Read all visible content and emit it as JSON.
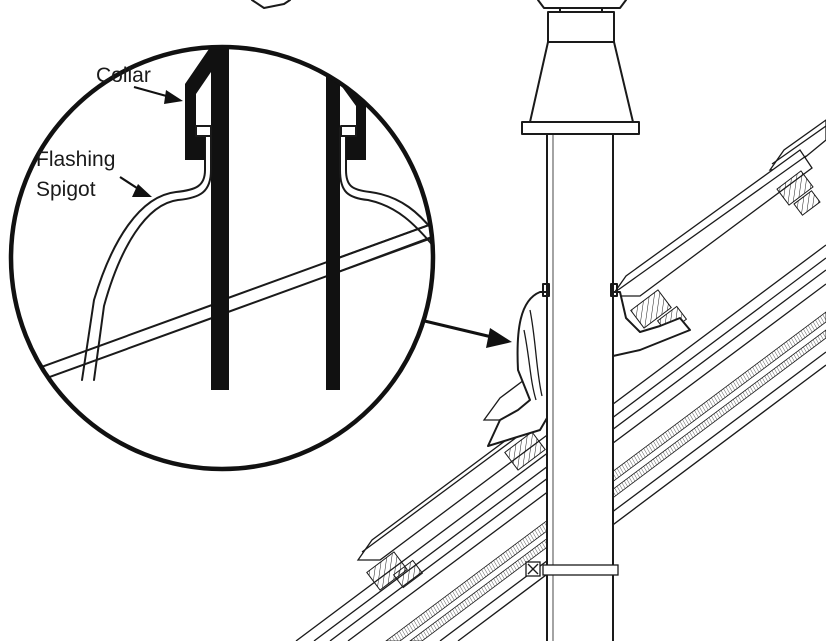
{
  "labels": {
    "collar": "Collar",
    "flashing_line1": "Flashing",
    "flashing_line2": "Spigot"
  },
  "colors": {
    "ink": "#1a1a1a",
    "background": "#ffffff"
  }
}
